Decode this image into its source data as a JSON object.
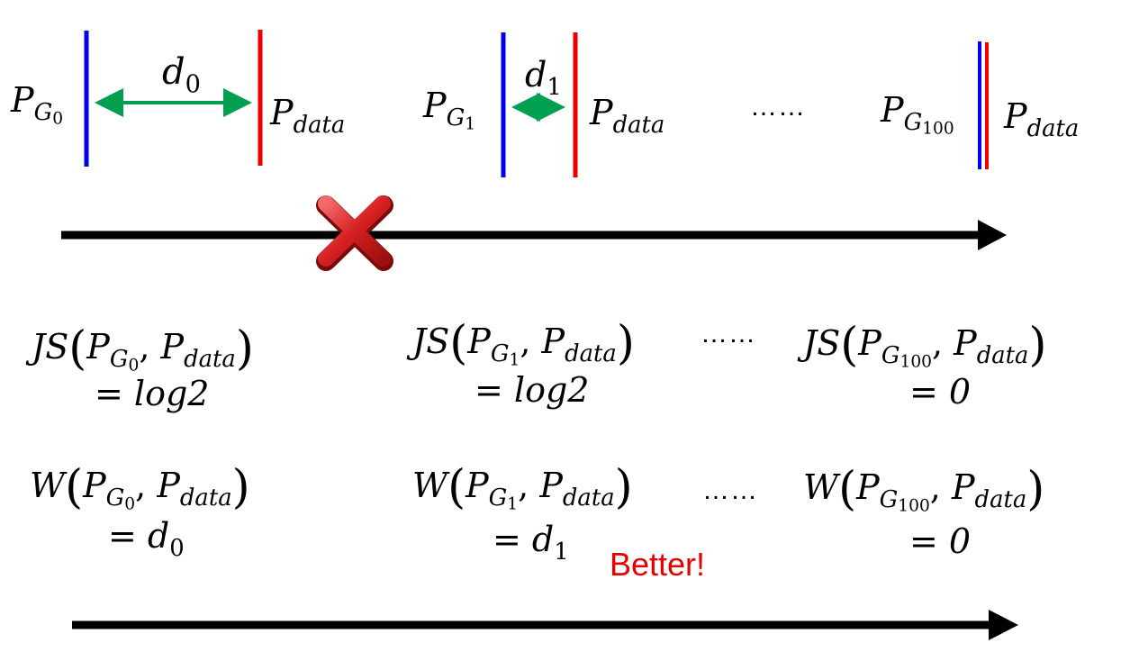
{
  "colors": {
    "generator_line": "#0000ee",
    "data_line": "#ee0000",
    "distance_arrow": "#00a050",
    "axis_arrow": "#000000",
    "cross": "#cc1f1f",
    "better_text": "#e60000"
  },
  "icons": {
    "cross": "red-x-icon"
  },
  "top_row": {
    "p": "P",
    "g": "G",
    "data_sub": "data",
    "d": "d",
    "gen0_index": "0",
    "gen1_index": "1",
    "gen100_index": "100",
    "d0_index": "0",
    "d1_index": "1",
    "ellipsis": "……"
  },
  "js_row": {
    "name": "JS",
    "col0_result": "= log2",
    "col1_result": "= log2",
    "col2_result": "= 0",
    "ellipsis": "……"
  },
  "w_row": {
    "name": "W",
    "col0_result_eq": "= ",
    "col0_result_var": "d",
    "col0_result_index": "0",
    "col1_result_eq": "= ",
    "col1_result_var": "d",
    "col1_result_index": "1",
    "col2_result": "= 0",
    "ellipsis": "……"
  },
  "better_label": "Better!"
}
